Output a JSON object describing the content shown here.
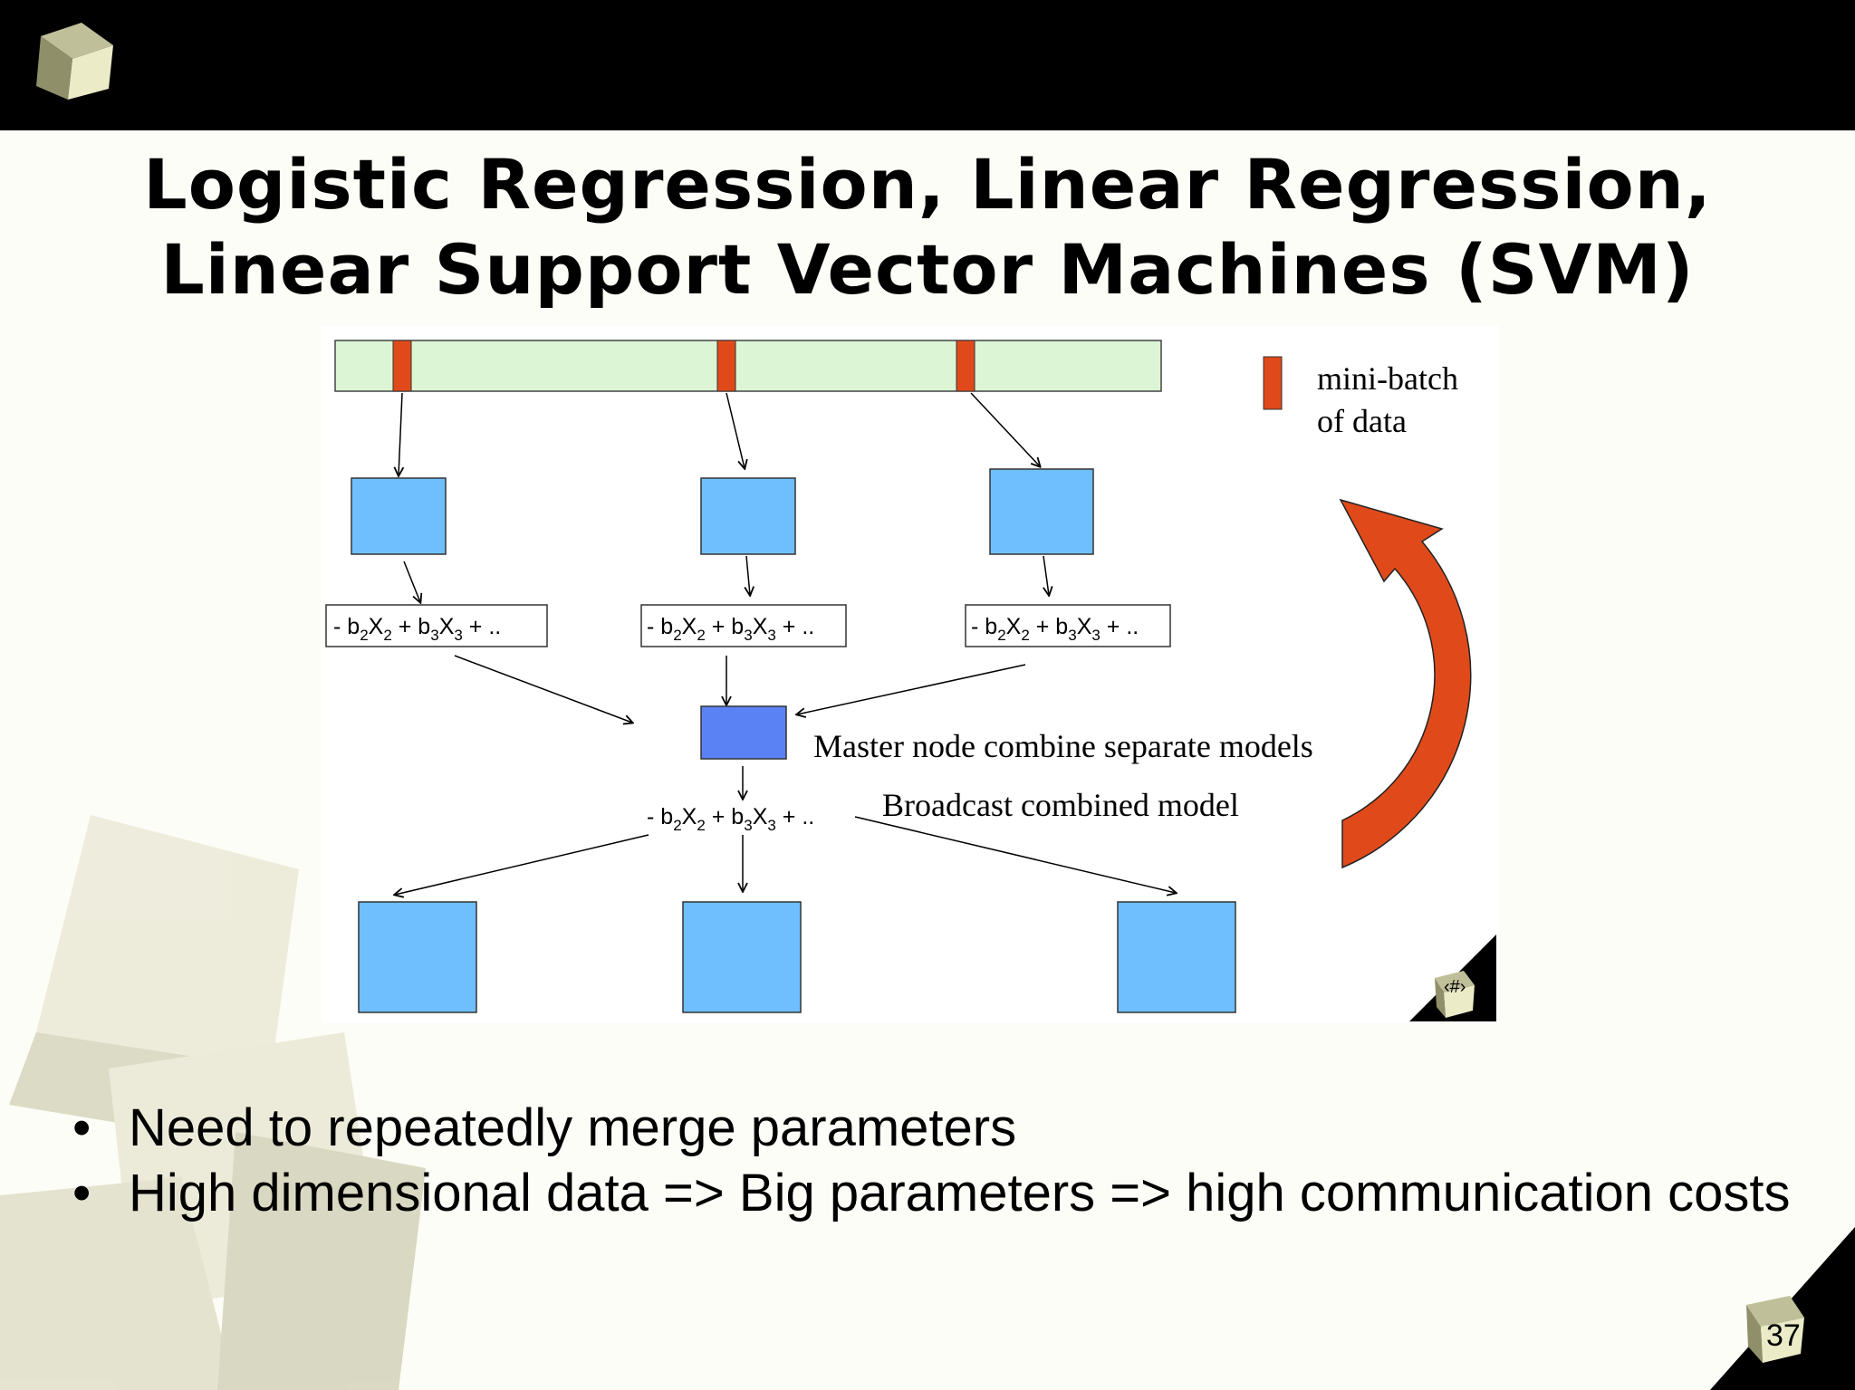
{
  "title": {
    "line1": "Logistic Regression, Linear Regression,",
    "line2": "Linear Support Vector Machines (SVM)"
  },
  "diagram": {
    "legend_label_line1": "mini-batch",
    "legend_label_line2": "of data",
    "formula": {
      "prefix": "- b",
      "sub1": "2",
      "mid1": "X",
      "sub2": "2",
      "mid2": " + b",
      "sub3": "3",
      "mid3": "X",
      "sub4": "3",
      "suffix": " + .."
    },
    "master_label": "Master node combine separate models",
    "broadcast_label": "Broadcast combined model",
    "slide_number_placeholder": "‹#›"
  },
  "bullets": [
    "Need to repeatedly merge parameters",
    "High dimensional data => Big parameters => high communication costs"
  ],
  "page_number": "37",
  "colors": {
    "data_bar": "#dcf5d4",
    "mini_batch": "#e04a1a",
    "worker_box": "#6fbfff",
    "master_box": "#5a82f5",
    "cycle_arrow": "#e04a1a"
  }
}
